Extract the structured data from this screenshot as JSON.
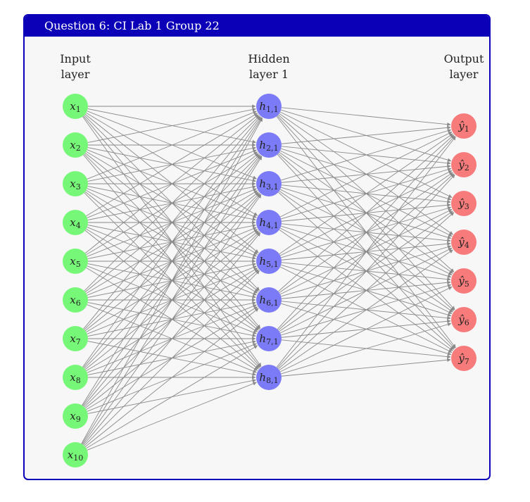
{
  "title": "Question 6: CI Lab 1 Group 22",
  "colors": {
    "frame": "#0b00b8",
    "input": "#77f777",
    "hidden": "#7b7bf7",
    "output": "#f77b7b",
    "edge": "#8a8a8a"
  },
  "layers": [
    {
      "id": "input",
      "label_lines": [
        "Input",
        "layer"
      ],
      "symbol": "x",
      "nodes": [
        "1",
        "2",
        "3",
        "4",
        "5",
        "6",
        "7",
        "8",
        "9",
        "10"
      ]
    },
    {
      "id": "hidden",
      "label_lines": [
        "Hidden",
        "layer 1"
      ],
      "symbol": "h",
      "nodes": [
        "1,1",
        "2,1",
        "3,1",
        "4,1",
        "5,1",
        "6,1",
        "7,1",
        "8,1"
      ]
    },
    {
      "id": "output",
      "label_lines": [
        "Output",
        "layer"
      ],
      "symbol": "ŷ",
      "nodes": [
        "1",
        "2",
        "3",
        "4",
        "5",
        "6",
        "7"
      ]
    }
  ]
}
